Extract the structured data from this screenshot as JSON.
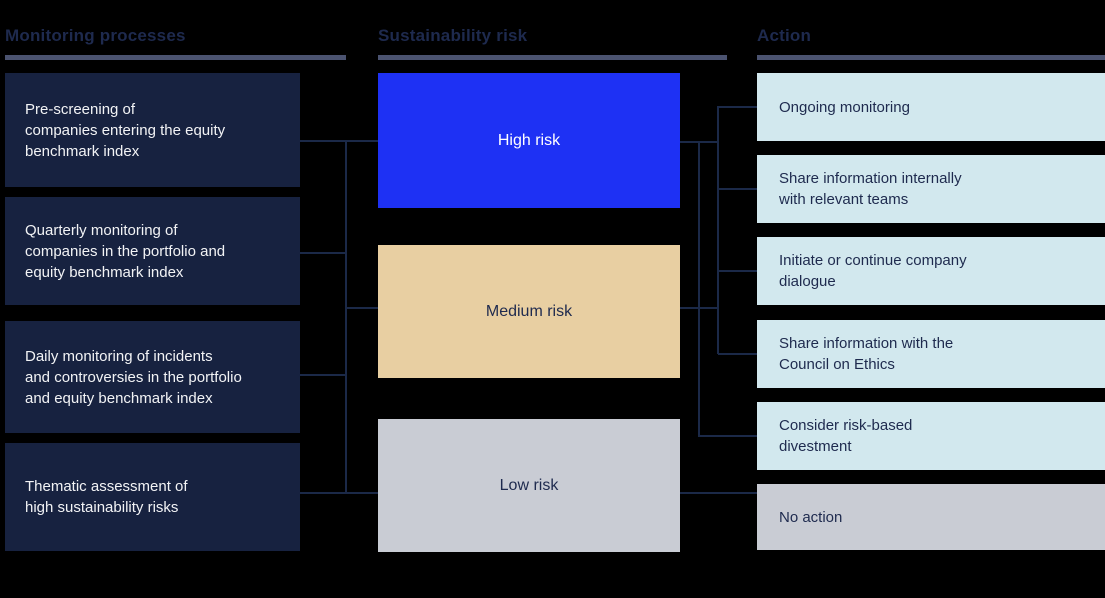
{
  "columns": {
    "monitoring": {
      "title": "Monitoring processes"
    },
    "risk": {
      "title": "Sustainability risk"
    },
    "action": {
      "title": "Action"
    }
  },
  "monitoring_processes": [
    {
      "label": "Pre-screening of\ncompanies entering the equity\nbenchmark index"
    },
    {
      "label": "Quarterly monitoring of\ncompanies in the portfolio and\nequity benchmark index"
    },
    {
      "label": "Daily monitoring of incidents\nand controversies in the portfolio\nand equity benchmark index"
    },
    {
      "label": "Thematic assessment of\nhigh sustainability risks"
    }
  ],
  "risk_levels": [
    {
      "label": "High risk",
      "color": "#1e31f4",
      "text_color": "#ffffff"
    },
    {
      "label": "Medium risk",
      "color": "#e8cfa2",
      "text_color": "#1e2a4e"
    },
    {
      "label": "Low risk",
      "color": "#c9ccd4",
      "text_color": "#1e2a4e"
    }
  ],
  "actions": [
    {
      "label": "Ongoing monitoring",
      "color": "#d2e8ee"
    },
    {
      "label": "Share information internally\nwith relevant teams",
      "color": "#d2e8ee"
    },
    {
      "label": "Initiate or continue company\ndialogue",
      "color": "#d2e8ee"
    },
    {
      "label": "Share information with the\nCouncil on Ethics",
      "color": "#d2e8ee"
    },
    {
      "label": "Consider risk-based\ndivestment",
      "color": "#d2e8ee"
    },
    {
      "label": "No action",
      "color": "#c9ccd4"
    }
  ],
  "theme": {
    "background": "#000000",
    "header_text_color": "#1e2a4e",
    "header_rule_color": "#4b5370",
    "connector_color": "#1b2948",
    "process_box_color": "#172240",
    "process_text_color": "#f2f3f5"
  },
  "connections": {
    "monitoring_to_risk": "All four monitoring processes feed High, Medium and Low risk via shared bus",
    "high_medium_to_actions": "High risk and Medium risk connect to the five action boxes",
    "low_to_action": "Low risk connects to No action"
  }
}
